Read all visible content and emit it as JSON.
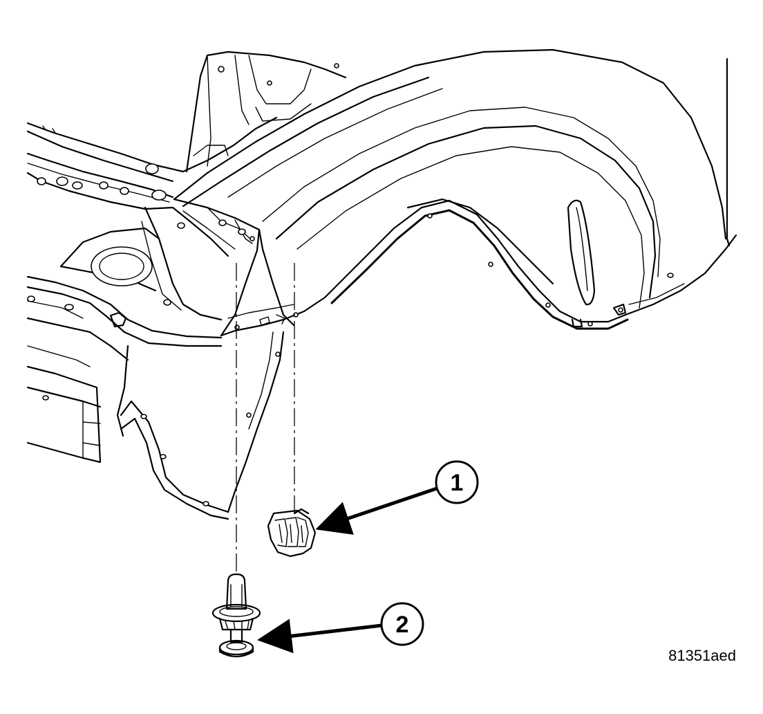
{
  "callouts": [
    {
      "label": "1",
      "part": "clip"
    },
    {
      "label": "2",
      "part": "push-pin-retainer"
    }
  ],
  "figure_id": "81351aed"
}
